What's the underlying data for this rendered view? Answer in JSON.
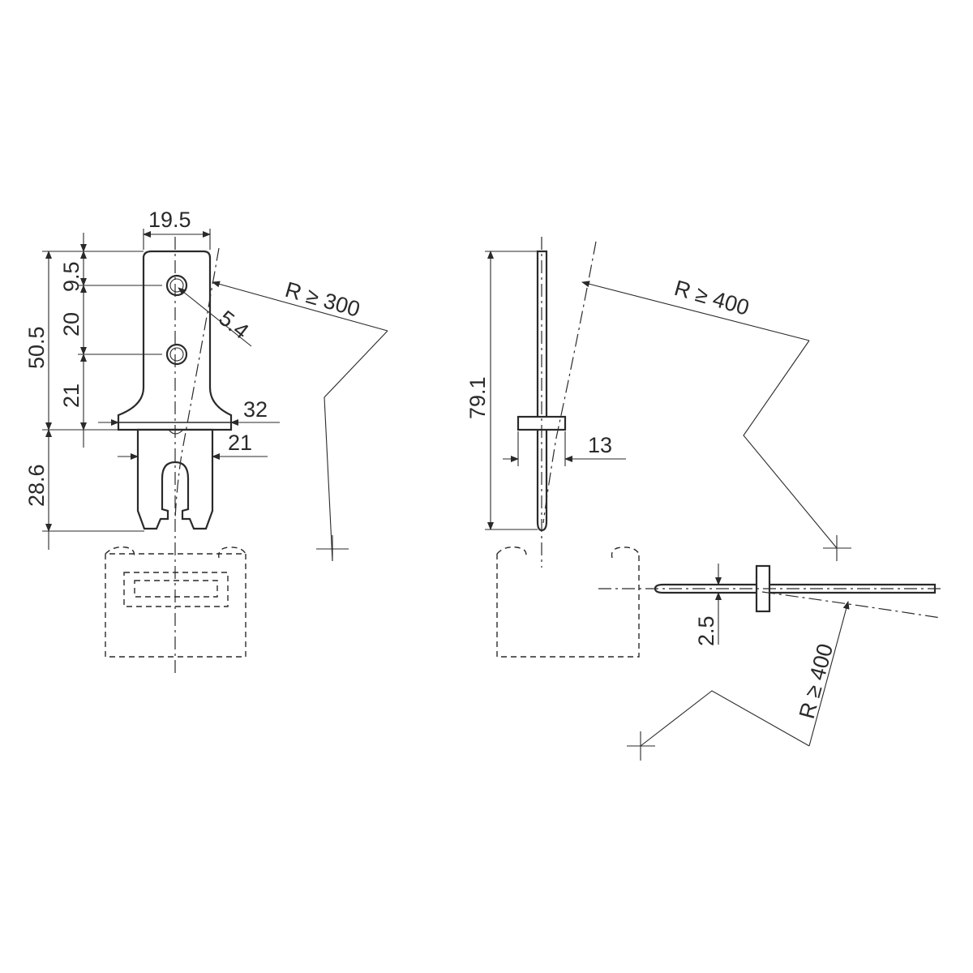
{
  "front_view": {
    "width_top": "19.5",
    "hole_offset": "9.5",
    "total_height": "50.5",
    "hole_pitch": "20",
    "hole_diameter": "5.4",
    "lower_length": "21",
    "flange_width": "32",
    "shank_width": "21",
    "tail_length": "28.6",
    "bend_radius": "R ≥ 300"
  },
  "side_view": {
    "overall_length": "79.1",
    "flange_depth": "13",
    "bend_radius": "R ≥ 400"
  },
  "top_view": {
    "thickness": "2.5",
    "bend_radius": "R ≥ 400"
  }
}
